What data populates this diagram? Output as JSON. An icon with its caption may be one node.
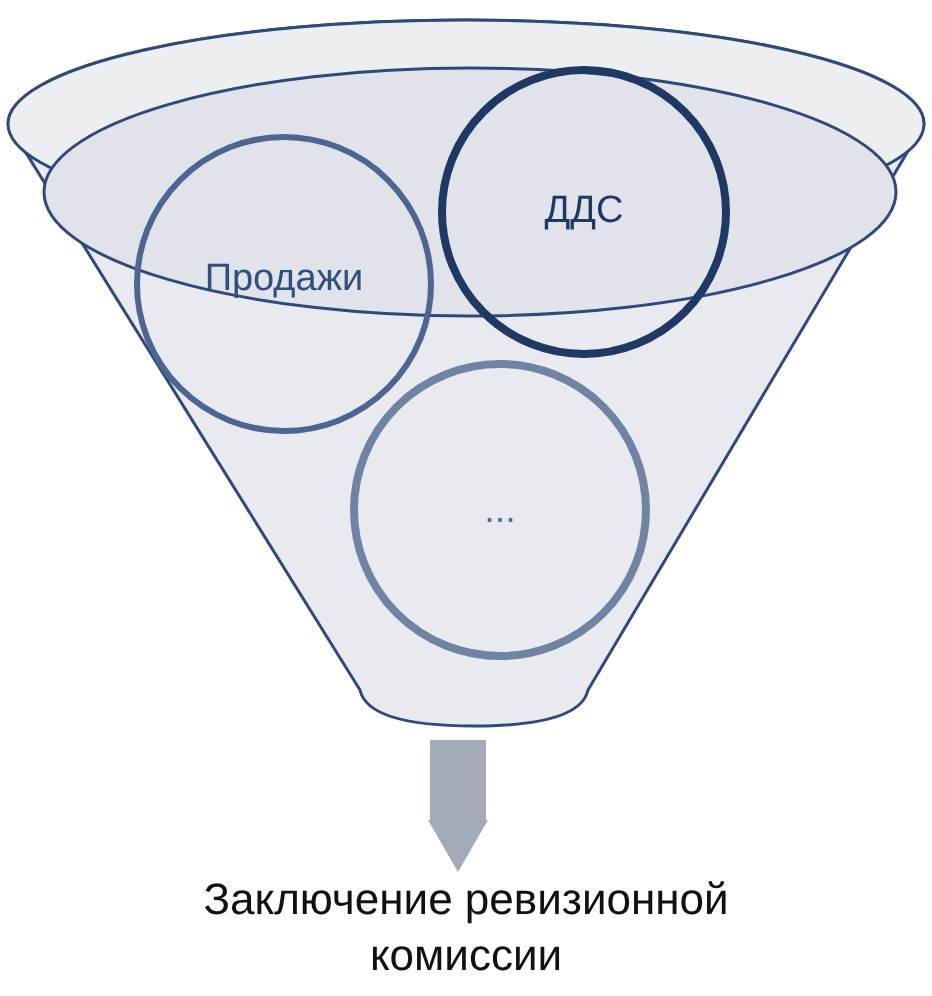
{
  "diagram": {
    "nodes": [
      {
        "text": [],
        "shape": "funnel"
      },
      {
        "text": [
          "Продажи"
        ],
        "in": 0
      },
      {
        "text": [
          "ДДС"
        ],
        "in": 0
      },
      {
        "text": [
          "..."
        ],
        "in": 0
      },
      {
        "text": [
          "Заключение ревизионной комиссии"
        ]
      }
    ],
    "edges": [
      {
        "from": 0,
        "to": 4,
        "arrow": "to",
        "color": "#a3aab8"
      }
    ]
  }
}
